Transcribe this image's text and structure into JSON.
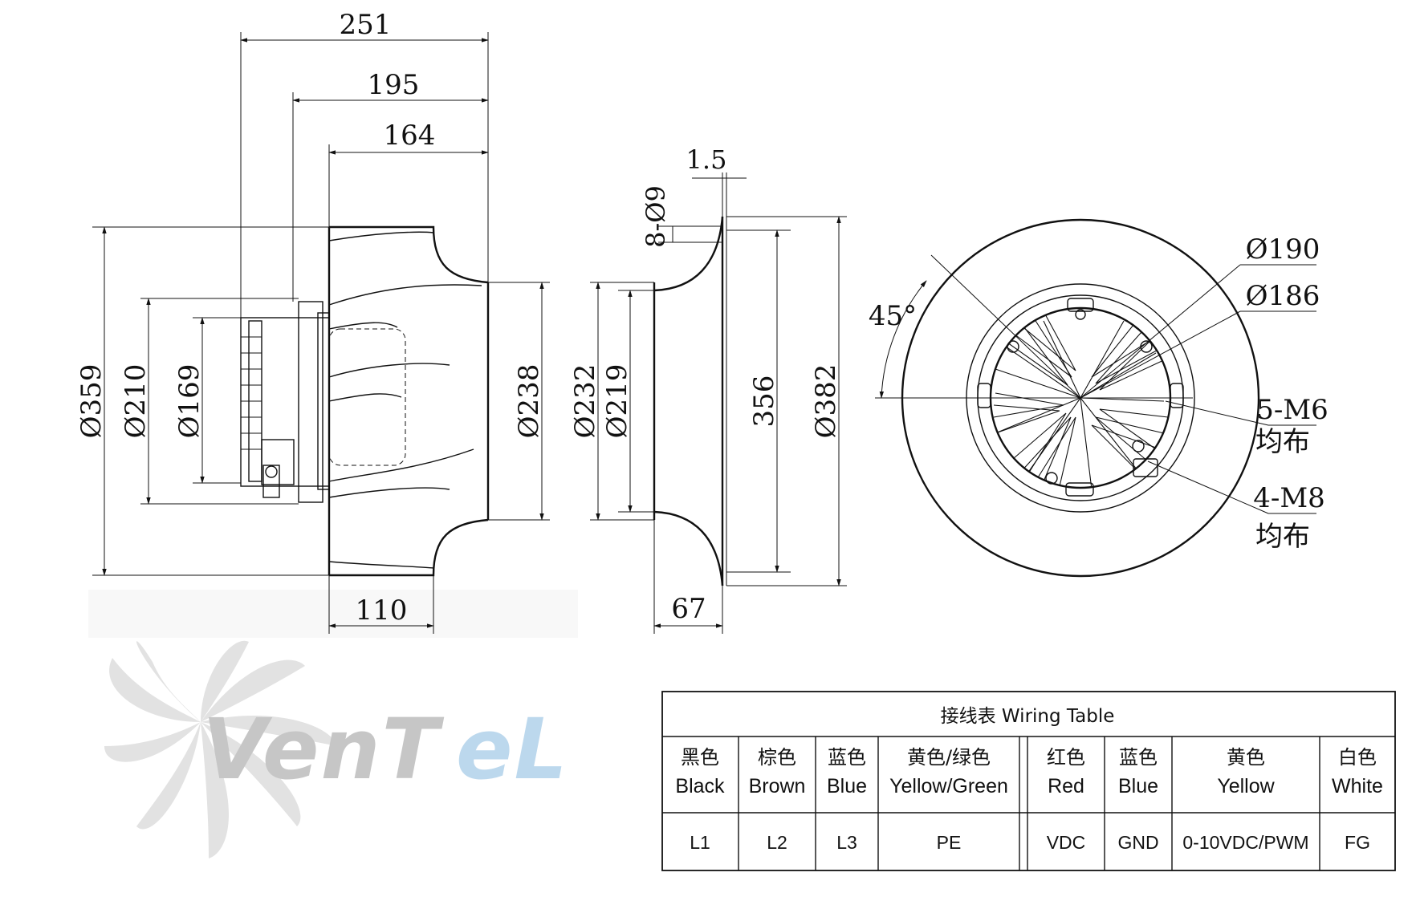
{
  "side_view": {
    "dims": {
      "d251": "251",
      "d195": "195",
      "d164": "164",
      "d110": "110",
      "dia359": "Ø359",
      "dia210": "Ø210",
      "dia169": "Ø169",
      "dia238": "Ø238"
    }
  },
  "inlet_ring": {
    "dims": {
      "d1_5": "1.5",
      "holes": "8-Ø9",
      "dia232": "Ø232",
      "dia219": "Ø219",
      "d356": "356",
      "dia382": "Ø382",
      "d67": "67"
    }
  },
  "front_view": {
    "dims": {
      "angle": "45°",
      "dia190": "Ø190",
      "dia186": "Ø186",
      "m6": "5-M6",
      "m6_note": "均布",
      "m8": "4-M8",
      "m8_note": "均布"
    }
  },
  "watermark": {
    "brand_main": "VenT",
    "brand_accent": "eL",
    "colors": {
      "main": "#c9c9c9",
      "accent": "#bcd9ee",
      "blade": "#dedede"
    }
  },
  "wiring_table": {
    "title": "接线表  Wiring Table",
    "columns": [
      {
        "cn": "黑色",
        "en": "Black",
        "value": "L1"
      },
      {
        "cn": "棕色",
        "en": "Brown",
        "value": "L2"
      },
      {
        "cn": "蓝色",
        "en": "Blue",
        "value": "L3"
      },
      {
        "cn": "黄色/绿色",
        "en": "Yellow/Green",
        "value": "PE"
      },
      {
        "cn": "红色",
        "en": "Red",
        "value": "VDC"
      },
      {
        "cn": "蓝色",
        "en": "Blue",
        "value": "GND"
      },
      {
        "cn": "黄色",
        "en": "Yellow",
        "value": "0-10VDC/PWM"
      },
      {
        "cn": "白色",
        "en": "White",
        "value": "FG"
      }
    ]
  }
}
